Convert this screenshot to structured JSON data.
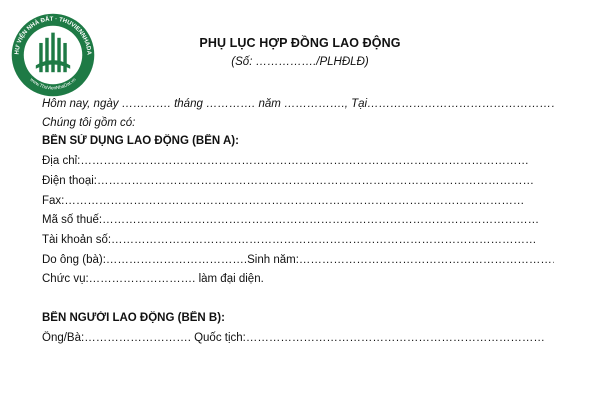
{
  "logo": {
    "ring_text_top": "THƯ VIỆN NHÀ ĐẤT · THUVIENNHADAT",
    "ring_text_bottom": "www.ThuVienNhaDat.vn",
    "colors": {
      "ring": "#1e7a45",
      "inner": "#ffffff",
      "mark": "#1e7a45"
    }
  },
  "document": {
    "title": "PHỤ LỤC HỢP ĐỒNG LAO ĐỘNG",
    "subtitle": "(Số: ……………./PLHĐLĐ)",
    "date_line": "Hôm nay, ngày …………. tháng …………. năm ……………., Tại…………………………………………….",
    "intro": "Chúng tôi gồm có:",
    "party_a": {
      "heading": "BÊN SỬ DỤNG LAO ĐỘNG (BÊN A):",
      "address": "Địa chỉ:………………………………………………………………………………………………………",
      "phone": "Điện thoại:……………………………………………………………………………………………………",
      "fax": "Fax:…………………………………………………………………………………………………………",
      "tax_code": "Mã số thuế:……………………………………………………………………………………………………",
      "account": "Tài khoản số:…………………………………………………………………………………………………",
      "representative": "Do ông (bà):……………………………….Sinh năm:……………………………………………………………",
      "position": "Chức vụ:………………………. làm đại diện."
    },
    "party_b": {
      "heading": "BÊN NGƯỜI LAO ĐỘNG (BÊN B):",
      "name_nationality": "Ông/Bà:……………………….  Quốc tịch:……………………………………………………………………"
    }
  }
}
